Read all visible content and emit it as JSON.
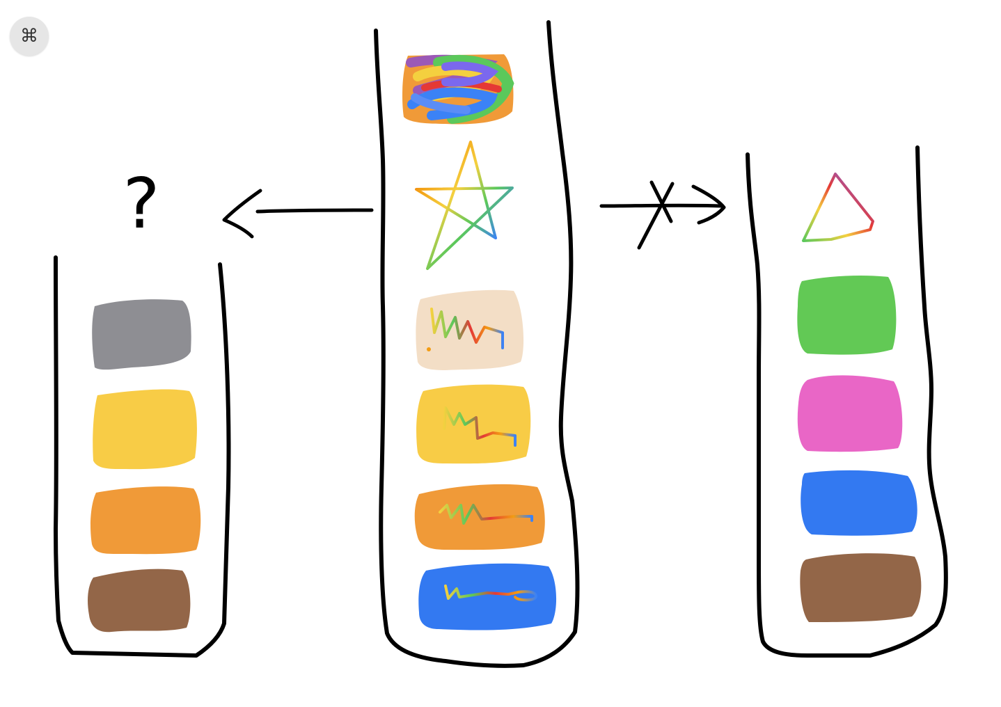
{
  "toolbar": {
    "command_glyph": "⌘",
    "command_icon": "command-key-icon"
  },
  "annotations": {
    "question_mark": "?"
  },
  "colors": {
    "gray": "#8e8e93",
    "yellow": "#f8cc46",
    "orange": "#f09a38",
    "brown": "#936648",
    "green": "#62c955",
    "pink": "#e966c6",
    "blue": "#3379f1",
    "peach": "#f3dec6",
    "ink": "#000000"
  },
  "columns": {
    "left": {
      "swatches": [
        "gray",
        "yellow",
        "orange",
        "brown"
      ]
    },
    "middle": {
      "items": [
        "rainbow-scribble",
        "rainbow-star",
        "peach-scribble",
        "yellow-scribble",
        "orange-scribble",
        "blue-scribble"
      ]
    },
    "right": {
      "items": [
        "rainbow-triangle",
        "green",
        "pink",
        "blue",
        "brown"
      ]
    }
  }
}
